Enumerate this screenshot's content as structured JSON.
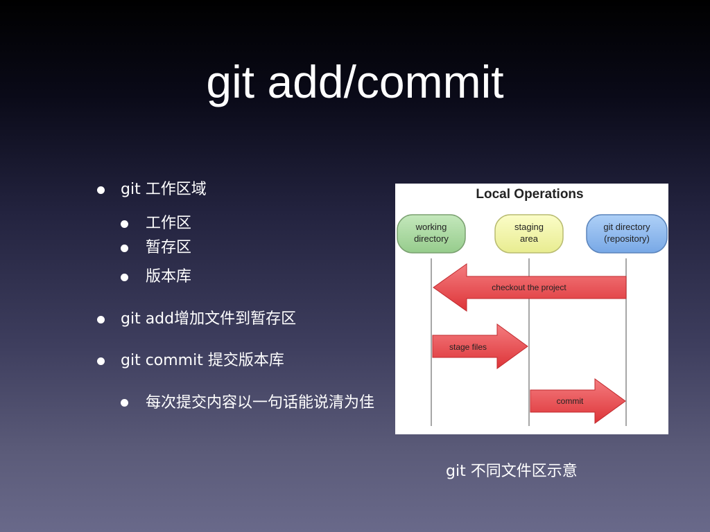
{
  "slide": {
    "title": "git add/commit",
    "bullets": [
      {
        "text": "git 工作区域",
        "level": 1
      },
      {
        "text": "工作区",
        "level": 2
      },
      {
        "text": "暂存区",
        "level": 2
      },
      {
        "text": "版本库",
        "level": 2
      },
      {
        "text": "git add增加文件到暂存区",
        "level": 1
      },
      {
        "text": "git commit 提交版本库",
        "level": 1
      },
      {
        "text": "每次提交内容以一句话能说清为佳",
        "level": 2
      }
    ],
    "caption": "git 不同文件区示意"
  },
  "diagram": {
    "title": "Local Operations",
    "nodes": [
      {
        "line1": "working",
        "line2": "directory",
        "fill": "#a8d8a0",
        "stroke": "#7aa070"
      },
      {
        "line1": "staging",
        "line2": "area",
        "fill": "#f2f5a8",
        "stroke": "#b8bb70"
      },
      {
        "line1": "git directory",
        "line2": "(repository)",
        "fill": "#8ab8ef",
        "stroke": "#5b84bb"
      }
    ],
    "arrows": [
      {
        "label": "checkout the project",
        "from": "git directory",
        "to": "working directory"
      },
      {
        "label": "stage files",
        "from": "working directory",
        "to": "staging area"
      },
      {
        "label": "commit",
        "from": "staging area",
        "to": "git directory"
      }
    ],
    "arrow_color": "#e8454a"
  }
}
